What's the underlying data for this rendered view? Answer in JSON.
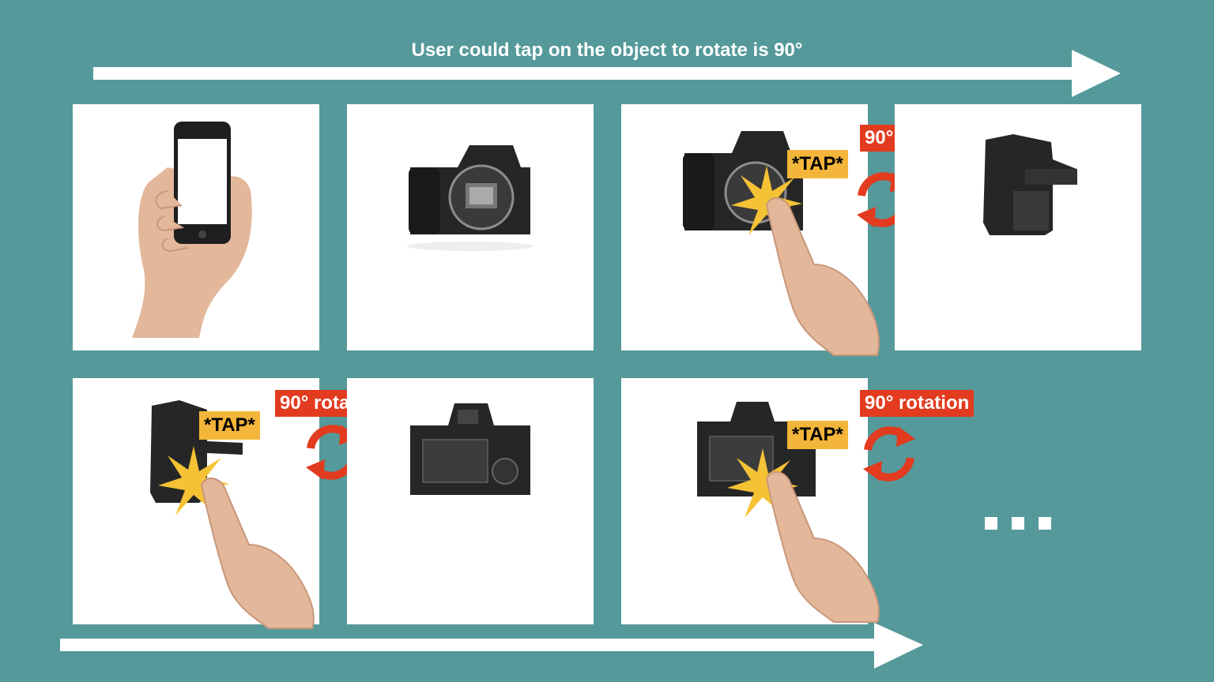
{
  "title": "User could tap on the object to rotate is 90°",
  "tap_label": "*TAP*",
  "rotation_label": "90° rotation",
  "colors": {
    "background": "#55999a",
    "panel": "#ffffff",
    "rotation": "#e23b1f",
    "tap": "#f4b63a",
    "star": "#f4c234"
  },
  "icons": [
    "phone-in-hand-icon",
    "camera-front-icon",
    "camera-side-icon",
    "camera-back-icon",
    "finger-tap-icon",
    "rotate-icon",
    "star-burst-icon",
    "ellipsis-icon"
  ]
}
